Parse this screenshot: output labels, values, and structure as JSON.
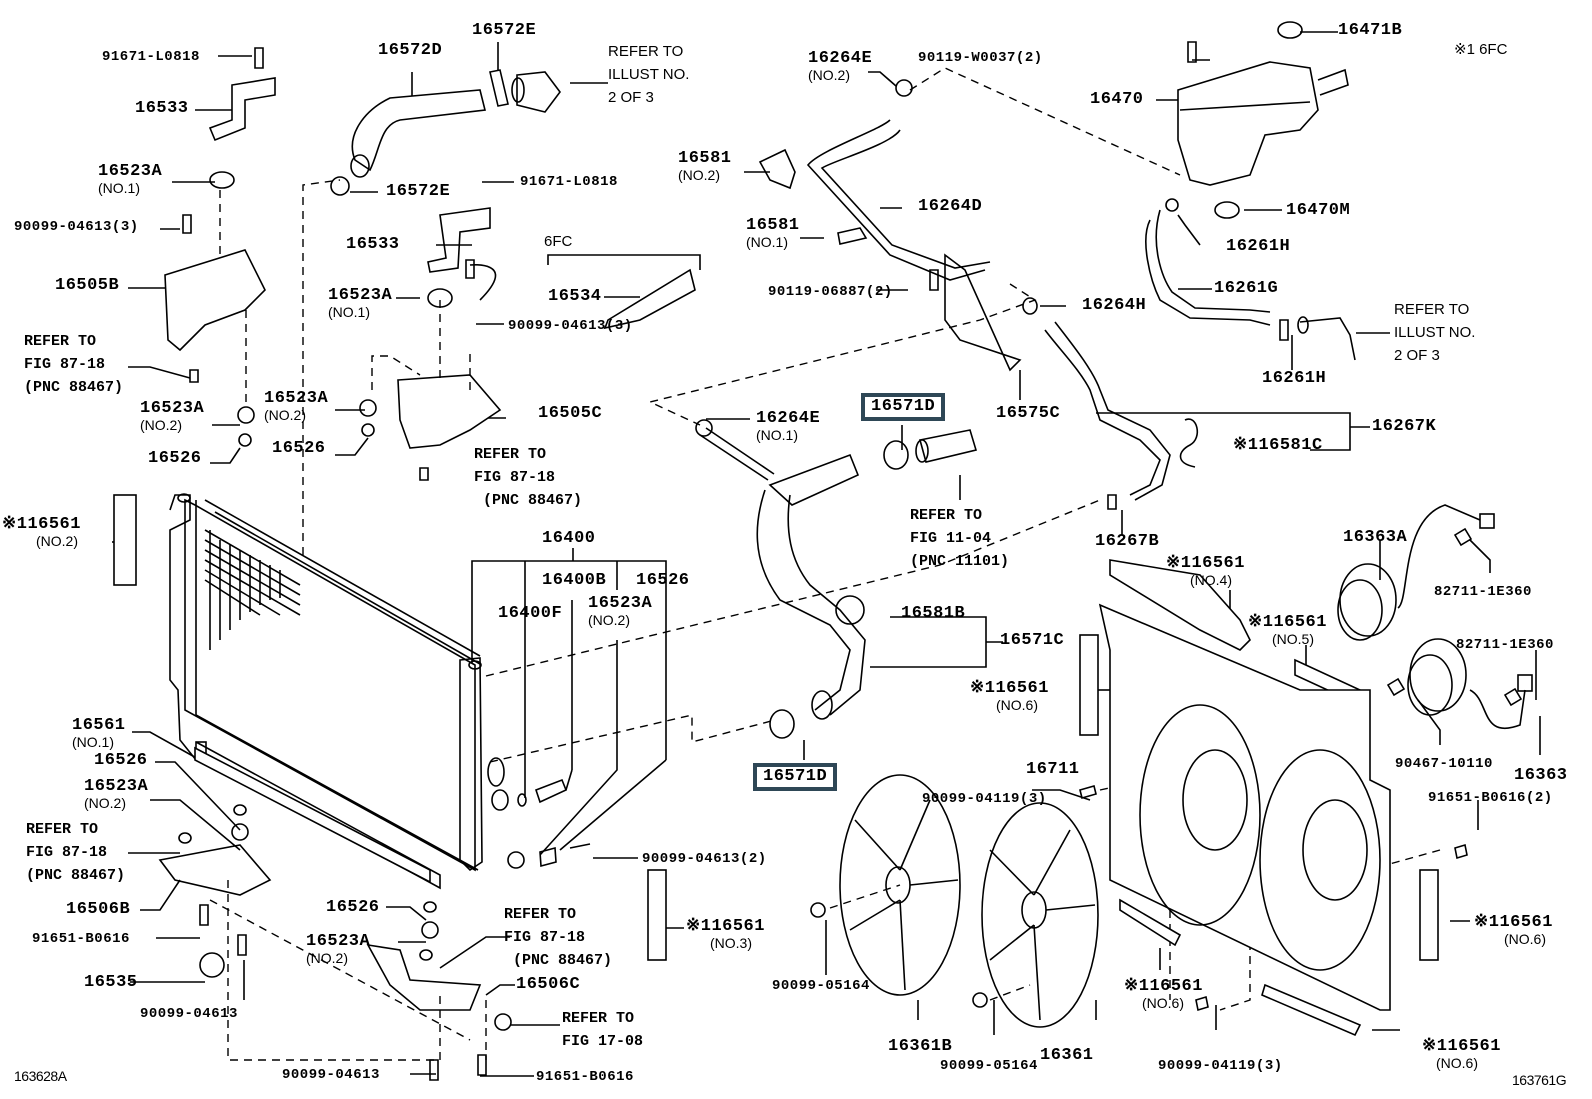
{
  "figure": {
    "left_code": "163628A",
    "right_code": "163761G",
    "footnote_marker": "※1 6FC",
    "variant_label": "6FC"
  },
  "labels": {
    "p91671_top": "91671-L0818",
    "p16533_top": "16533",
    "p16523A_no1_left": {
      "num": "16523A",
      "sub": "(NO.1)"
    },
    "p90099_04613_3_left": "90099-04613(3)",
    "p16505B": "16505B",
    "p16523A_no2_left": {
      "num": "16523A",
      "sub": "(NO.2)"
    },
    "p16526_left": "16526",
    "p16572D": "16572D",
    "p16572E_top": "16572E",
    "p16572E_clamp": "16572E",
    "p91671_mid": "91671-L0818",
    "p16533_mid": "16533",
    "p16534": "16534",
    "p16523A_no1_mid": {
      "num": "16523A",
      "sub": "(NO.1)"
    },
    "p90099_04613_3_mid": "90099-04613(3)",
    "p16523A_no2_mid": {
      "num": "16523A",
      "sub": "(NO.2)"
    },
    "p16505C": "16505C",
    "p16526_mid": "16526",
    "p16264E_no2": {
      "num": "16264E",
      "sub": "(NO.2)"
    },
    "p16581_no2": {
      "num": "16581",
      "sub": "(NO.2)"
    },
    "p16264D": "16264D",
    "p16581_no1": {
      "num": "16581",
      "sub": "(NO.1)"
    },
    "p90119_06887": "90119-06887(2)",
    "p16264H": "16264H",
    "p16575C": "16575C",
    "p16264E_no1": {
      "num": "16264E",
      "sub": "(NO.1)"
    },
    "p16571D_top": "16571D",
    "p90119_W0037": "90119-W0037(2)",
    "p16471B": "16471B",
    "p16470": "16470",
    "p16470M": "16470M",
    "p16261H_top": "16261H",
    "p16261G": "16261G",
    "p16261H_bottom": "16261H",
    "p16267K": "16267K",
    "p16581C": "※116581C",
    "p16267B": "16267B",
    "p16561_no2": {
      "num": "※116561",
      "sub": "(NO.2)"
    },
    "p16400": "16400",
    "p16400B": "16400B",
    "p16526_rad": "16526",
    "p16400F": "16400F",
    "p16523A_no2_rad": {
      "num": "16523A",
      "sub": "(NO.2)"
    },
    "p16581B": "16581B",
    "p16571C": "16571C",
    "p16571D_bottom": "16571D",
    "p16561_no1": {
      "num": "16561",
      "sub": "(NO.1)"
    },
    "p16526_lower": "16526",
    "p16523A_no2_lower": {
      "num": "16523A",
      "sub": "(NO.2)"
    },
    "p16506B": "16506B",
    "p91651_B0616_left": "91651-B0616",
    "p16535": "16535",
    "p90099_04613_left": "90099-04613",
    "p90099_04613_2": "90099-04613(2)",
    "p16526_bottom": "16526",
    "p16523A_no2_bottom": {
      "num": "16523A",
      "sub": "(NO.2)"
    },
    "p16506C": "16506C",
    "p90099_04613_bottom": "90099-04613",
    "p91651_B0616_bottom": "91651-B0616",
    "p16561_no3": {
      "num": "※116561",
      "sub": "(NO.3)"
    },
    "p16561_no4": {
      "num": "※116561",
      "sub": "(NO.4)"
    },
    "p16561_no5": {
      "num": "※116561",
      "sub": "(NO.5)"
    },
    "p16561_no6_mid": {
      "num": "※116561",
      "sub": "(NO.6)"
    },
    "p16711": "16711",
    "p90099_04119_top": "90099-04119(3)",
    "p16363A": "16363A",
    "p82711_top": "82711-1E360",
    "p82711_mid": "82711-1E360",
    "p90467": "90467-10110",
    "p16363": "16363",
    "p91651_B0616_2": "91651-B0616(2)",
    "p16561_no6_right": {
      "num": "※116561",
      "sub": "(NO.6)"
    },
    "p16561_no6_low": {
      "num": "※116561",
      "sub": "(NO.6)"
    },
    "p16561_no6_bottom": {
      "num": "※116561",
      "sub": "(NO.6)"
    },
    "p90099_05164_left": "90099-05164",
    "p16361B": "16361B",
    "p90099_05164_right": "90099-05164",
    "p16361": "16361",
    "p90099_04119_bottom": "90099-04119(3)"
  },
  "refs": {
    "illust_top": "REFER TO\nILLUST NO.\n2 OF 3",
    "illust_right": "REFER TO\nILLUST NO.\n2 OF 3",
    "fig8718_a": "REFER TO\nFIG 87-18\n(PNC 88467)",
    "fig8718_b": "REFER TO\nFIG 87-18\n (PNC 88467)",
    "fig8718_c": "REFER TO\nFIG 87-18\n(PNC 88467)",
    "fig8718_d": "REFER TO\nFIG 87-18\n (PNC 88467)",
    "fig1104": "REFER TO\nFIG 11-04\n(PNC 11101)",
    "fig1708": "REFER TO\nFIG 17-08"
  },
  "highlight_color": "#2e4756"
}
